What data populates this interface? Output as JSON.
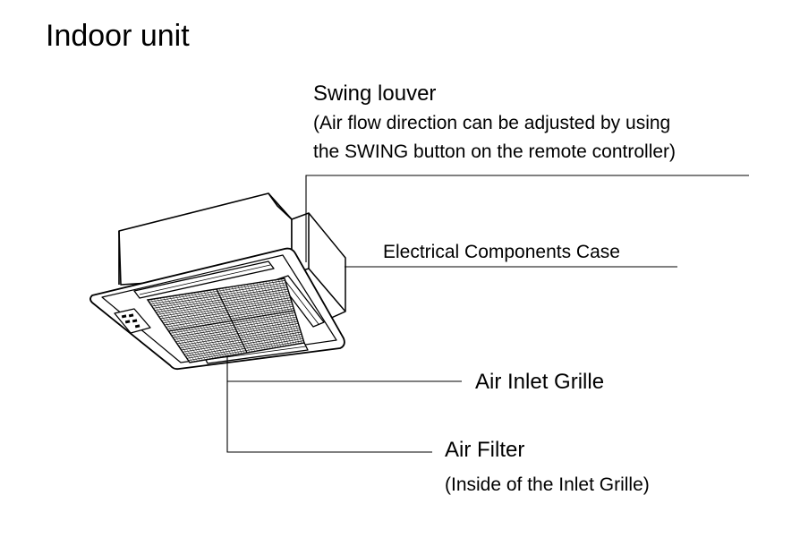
{
  "title": "Indoor unit",
  "labels": {
    "swing_louver": "Swing louver",
    "swing_note_line1": "(Air flow direction can be adjusted by using",
    "swing_note_line2": "the SWING button on the remote controller)",
    "electrical_case": "Electrical Components Case",
    "air_inlet_grille": "Air Inlet Grille",
    "air_filter": "Air Filter",
    "air_filter_note": "(Inside of the Inlet Grille)"
  },
  "line_color": "#000000"
}
